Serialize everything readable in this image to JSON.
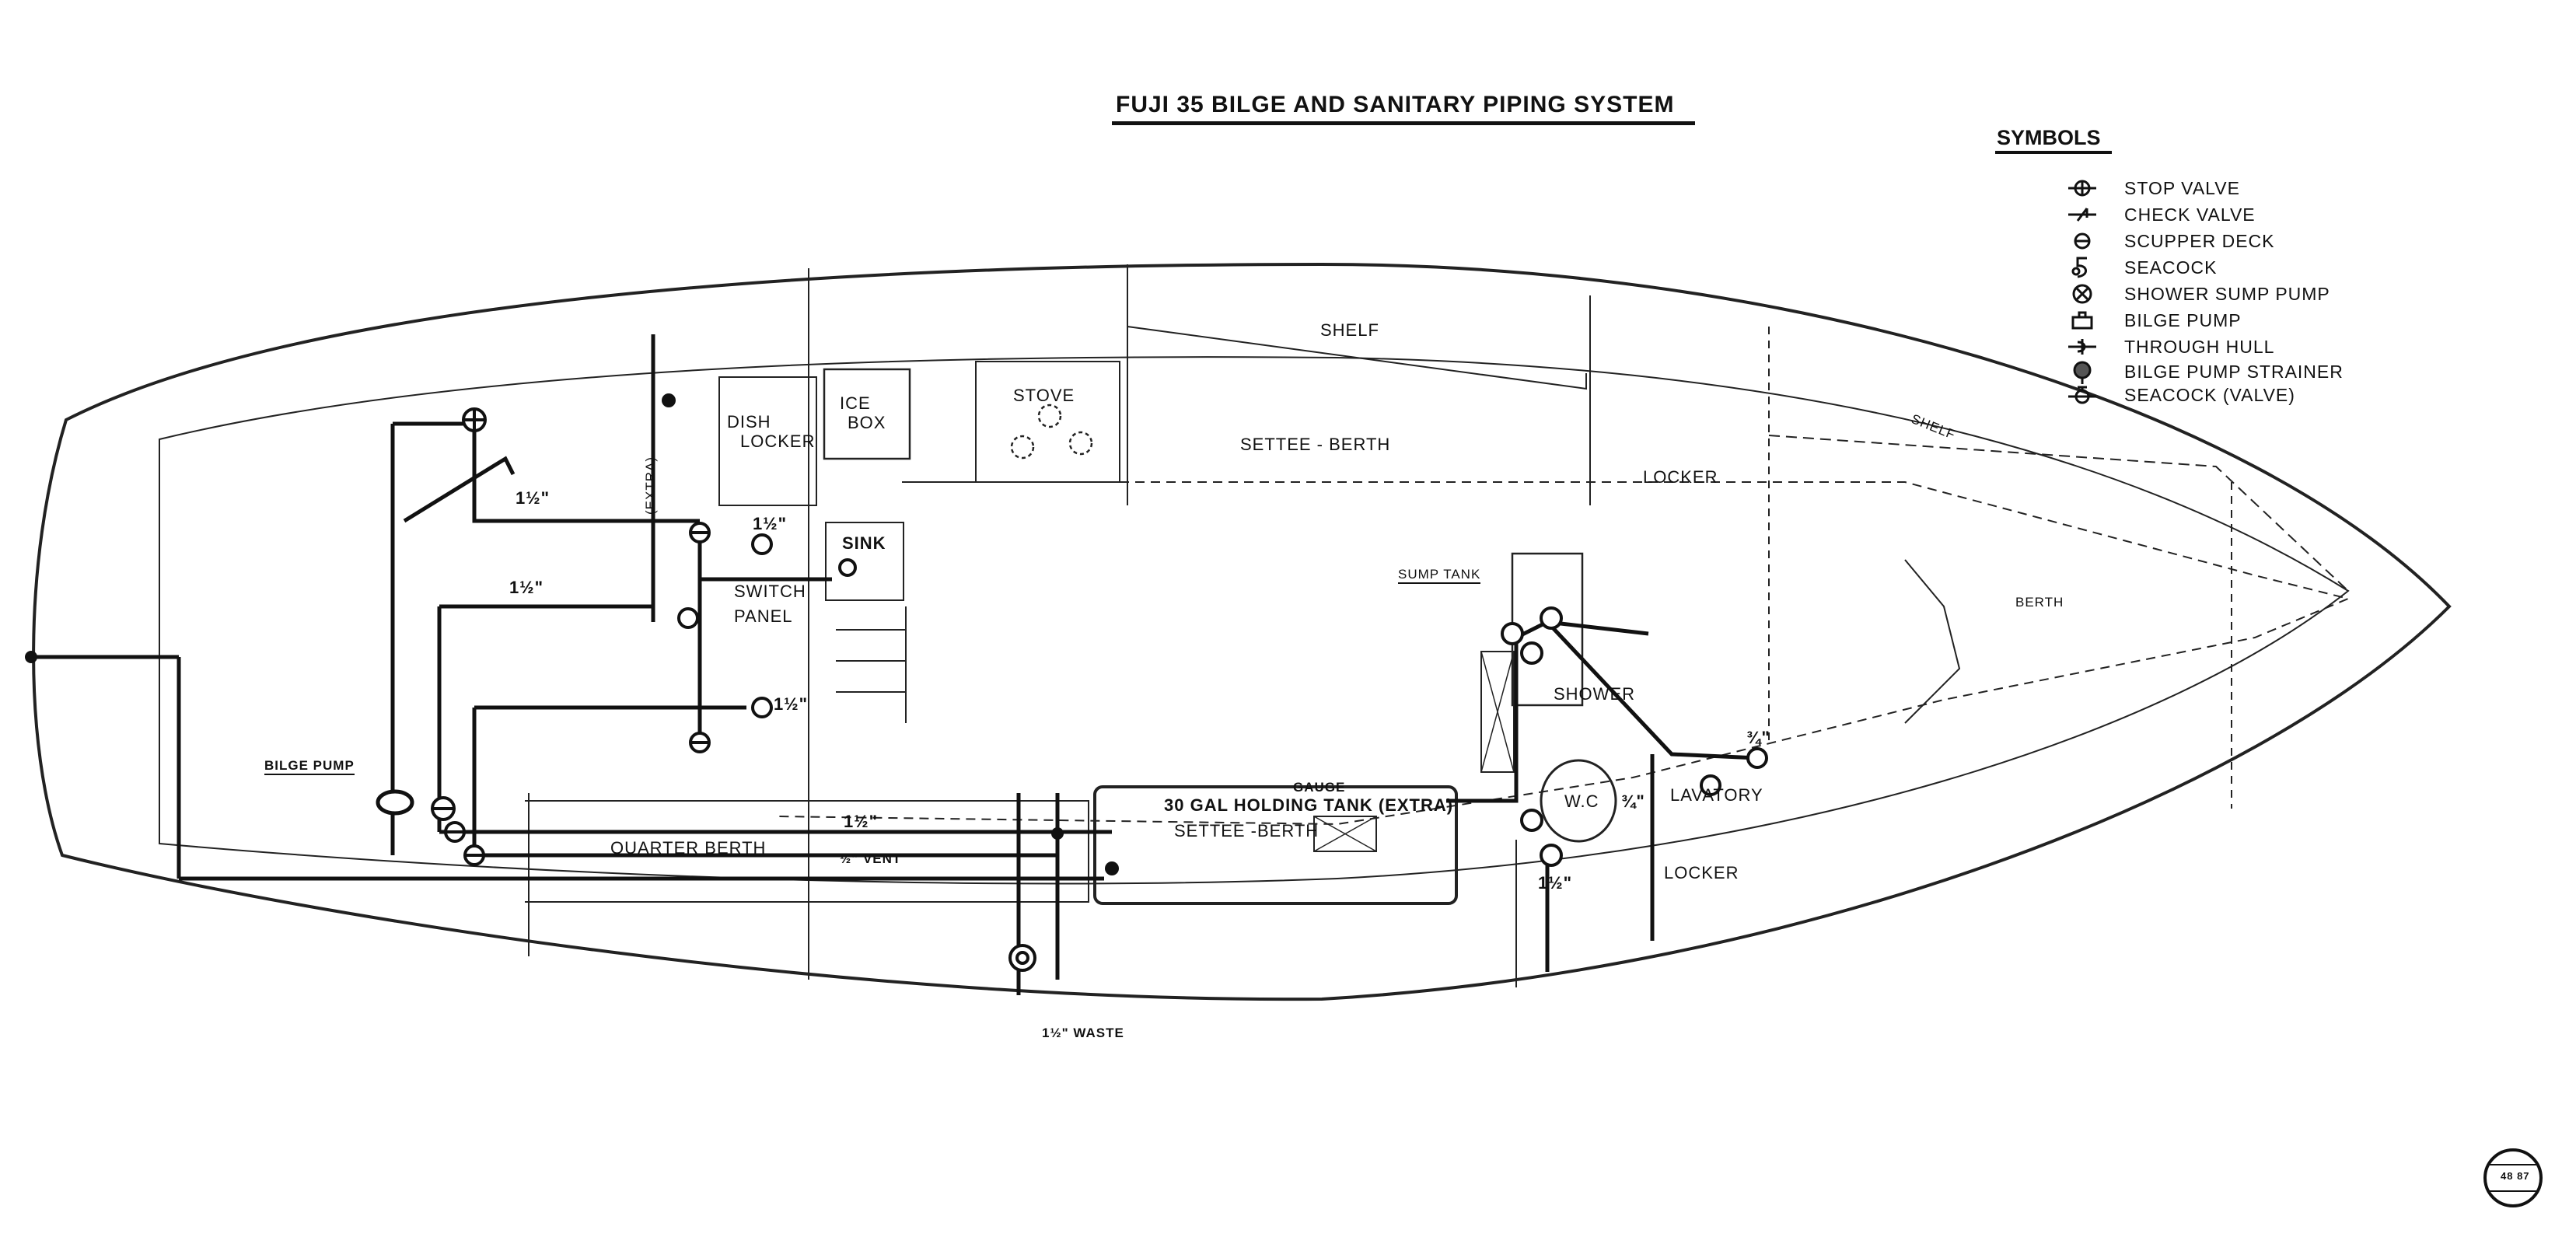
{
  "title": "FUJI 35 BILGE AND SANITARY PIPING SYSTEM",
  "symbols": {
    "heading": "SYMBOLS",
    "items": [
      {
        "icon": "stop-valve-icon",
        "label": "STOP VALVE"
      },
      {
        "icon": "check-valve-icon",
        "label": "CHECK VALVE"
      },
      {
        "icon": "scupper-deck-icon",
        "label": "SCUPPER DECK"
      },
      {
        "icon": "seacock-icon",
        "label": "SEACOCK"
      },
      {
        "icon": "shower-sump-pump-icon",
        "label": "SHOWER SUMP PUMP"
      },
      {
        "icon": "bilge-pump-icon",
        "label": "BILGE PUMP"
      },
      {
        "icon": "through-hull-icon",
        "label": "THROUGH HULL"
      },
      {
        "icon": "bilge-pump-strainer-icon",
        "label": "BILGE PUMP STRAINER"
      },
      {
        "icon": "seacock-valve-icon",
        "label": "SEACOCK (VALVE)"
      }
    ]
  },
  "compartments": {
    "shelf_main": "SHELF",
    "shelf_bow": "SHELF",
    "dish_locker_1": "DISH",
    "dish_locker_2": "LOCKER",
    "ice_box_1": "ICE",
    "ice_box_2": "BOX",
    "stove": "STOVE",
    "settee_berth": "SETTEE - BERTH",
    "locker_fwd": "LOCKER",
    "berth": "BERTH",
    "sink": "SINK",
    "switch_panel_1": "SWITCH",
    "switch_panel_2": "PANEL",
    "sump_tank": "SUMP TANK",
    "shower": "SHOWER",
    "wc": "W.C",
    "lavatory": "LAVATORY",
    "locker_aft": "LOCKER",
    "quarter_berth": "QUARTER BERTH",
    "settee_berth_lower": "SETTEE -BERTH",
    "gauge": "GAUGE",
    "holding_tank": "30 GAL HOLDING TANK (EXTRA)",
    "extra": "(EXTRA)",
    "bilge_pump": "BILGE PUMP"
  },
  "pipe_sizes": {
    "s1": "1½\"",
    "s2": "1½\"",
    "s3": "1½\"",
    "s4": "1½\"",
    "s5": "1½\"",
    "s6": "¾\"",
    "s7": "¾\"",
    "s8": "1½\""
  },
  "vent_label": "½\" VENT",
  "waste_label": "1½\" WASTE",
  "stamp": "48 87"
}
